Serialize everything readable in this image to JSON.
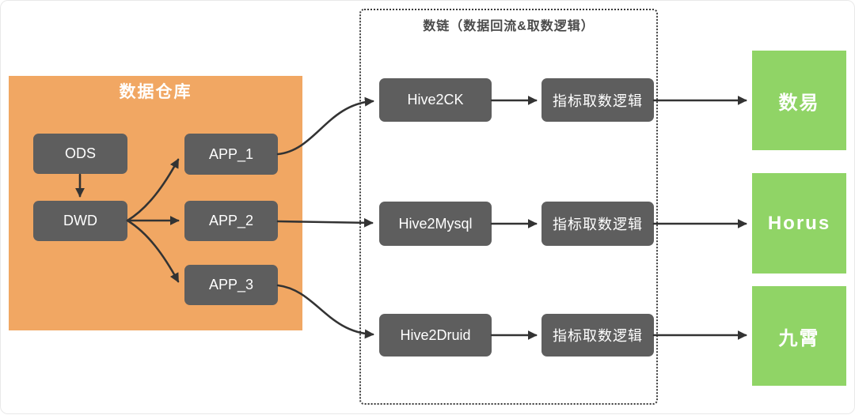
{
  "diagram": {
    "warehouse": {
      "title": "数据仓库",
      "nodes": [
        {
          "label": "ODS"
        },
        {
          "label": "DWD"
        },
        {
          "label": "APP_1"
        },
        {
          "label": "APP_2"
        },
        {
          "label": "APP_3"
        }
      ]
    },
    "pipeline": {
      "title": "数链（数据回流&取数逻辑）",
      "rows": [
        {
          "source": "Hive2CK",
          "logic": "指标取数逻辑"
        },
        {
          "source": "Hive2Mysql",
          "logic": "指标取数逻辑"
        },
        {
          "source": "Hive2Druid",
          "logic": "指标取数逻辑"
        }
      ]
    },
    "targets": [
      {
        "label": "数易"
      },
      {
        "label": "Horus"
      },
      {
        "label": "九霄"
      }
    ],
    "colors": {
      "warehouse_bg": "#F1A763",
      "node_bg": "#5E5E5E",
      "target_bg": "#90D466",
      "arrow": "#333333",
      "node_text": "#FFFFFF",
      "pipeline_title_text": "#4A4A4A",
      "warehouse_title_text": "#FFFFFF"
    }
  }
}
